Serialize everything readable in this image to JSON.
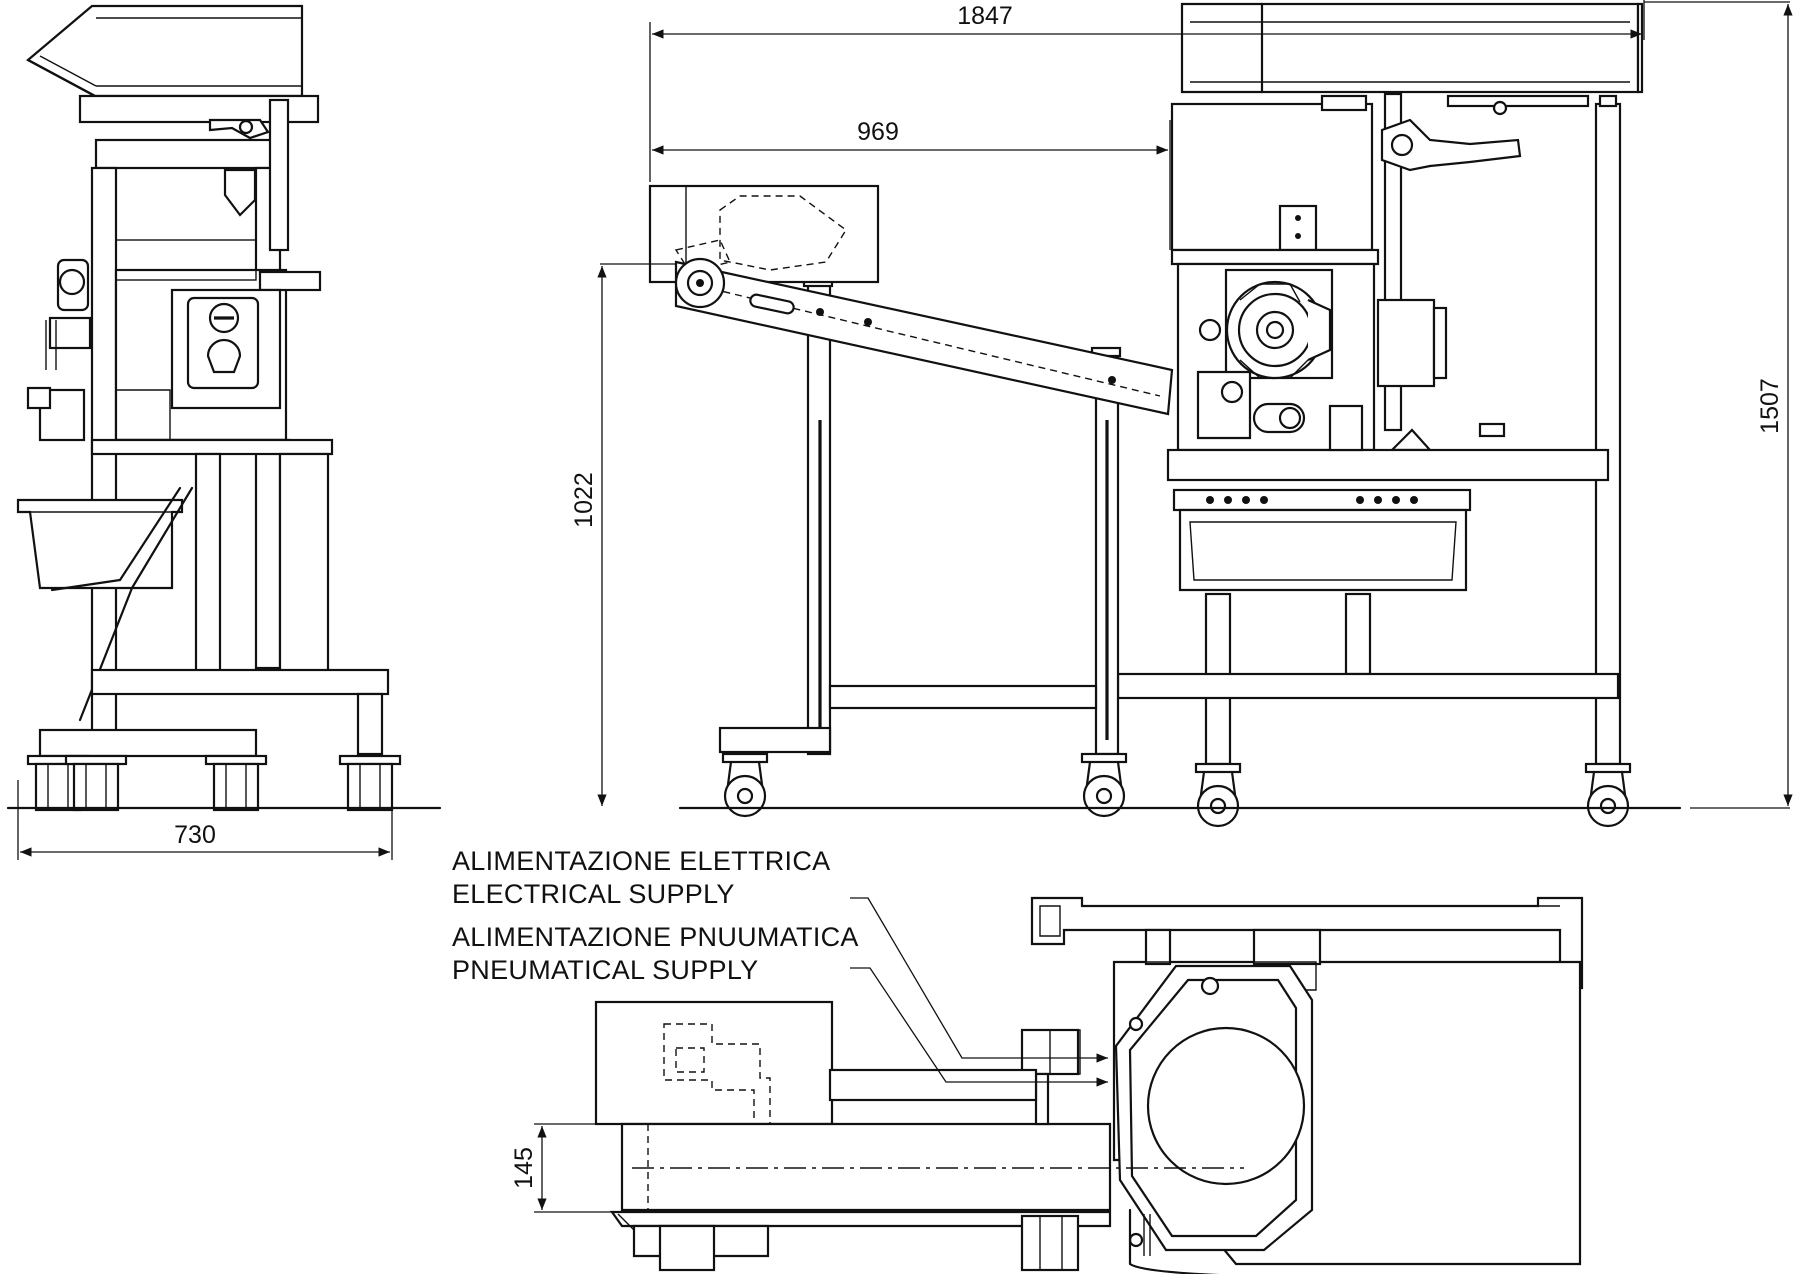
{
  "dimensions": {
    "side_width": "730",
    "total_length": "1847",
    "conveyor_length": "969",
    "conveyor_height": "1022",
    "total_height": "1507",
    "belt_width": "145"
  },
  "labels": {
    "electrical_it": "ALIMENTAZIONE ELETTRICA",
    "electrical_en": "ELECTRICAL SUPPLY",
    "pneumatic_it": "ALIMENTAZIONE PNUUMATICA",
    "pneumatic_en": "PNEUMATICAL SUPPLY"
  },
  "colors": {
    "line": "#111111",
    "background": "#ffffff"
  }
}
